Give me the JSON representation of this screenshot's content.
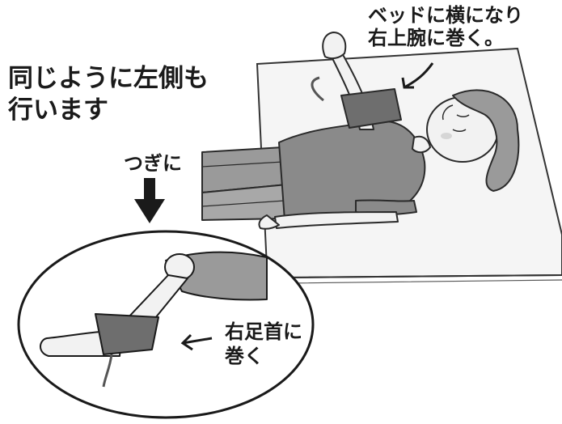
{
  "labels": {
    "top_right": {
      "line1": "ベッドに横になり",
      "line2": "右上腕に巻く。"
    },
    "left_main": {
      "line1": "同じように左側も",
      "line2": "行います"
    },
    "next": "つぎに",
    "ankle": {
      "line1": "右足首に",
      "line2": "巻く"
    }
  },
  "colors": {
    "shirt": "#8a8a8a",
    "skin": "#f2f2f2",
    "cuff": "#6e6e6e",
    "outline": "#2a2a2a",
    "hair": "#9a9a9a"
  }
}
